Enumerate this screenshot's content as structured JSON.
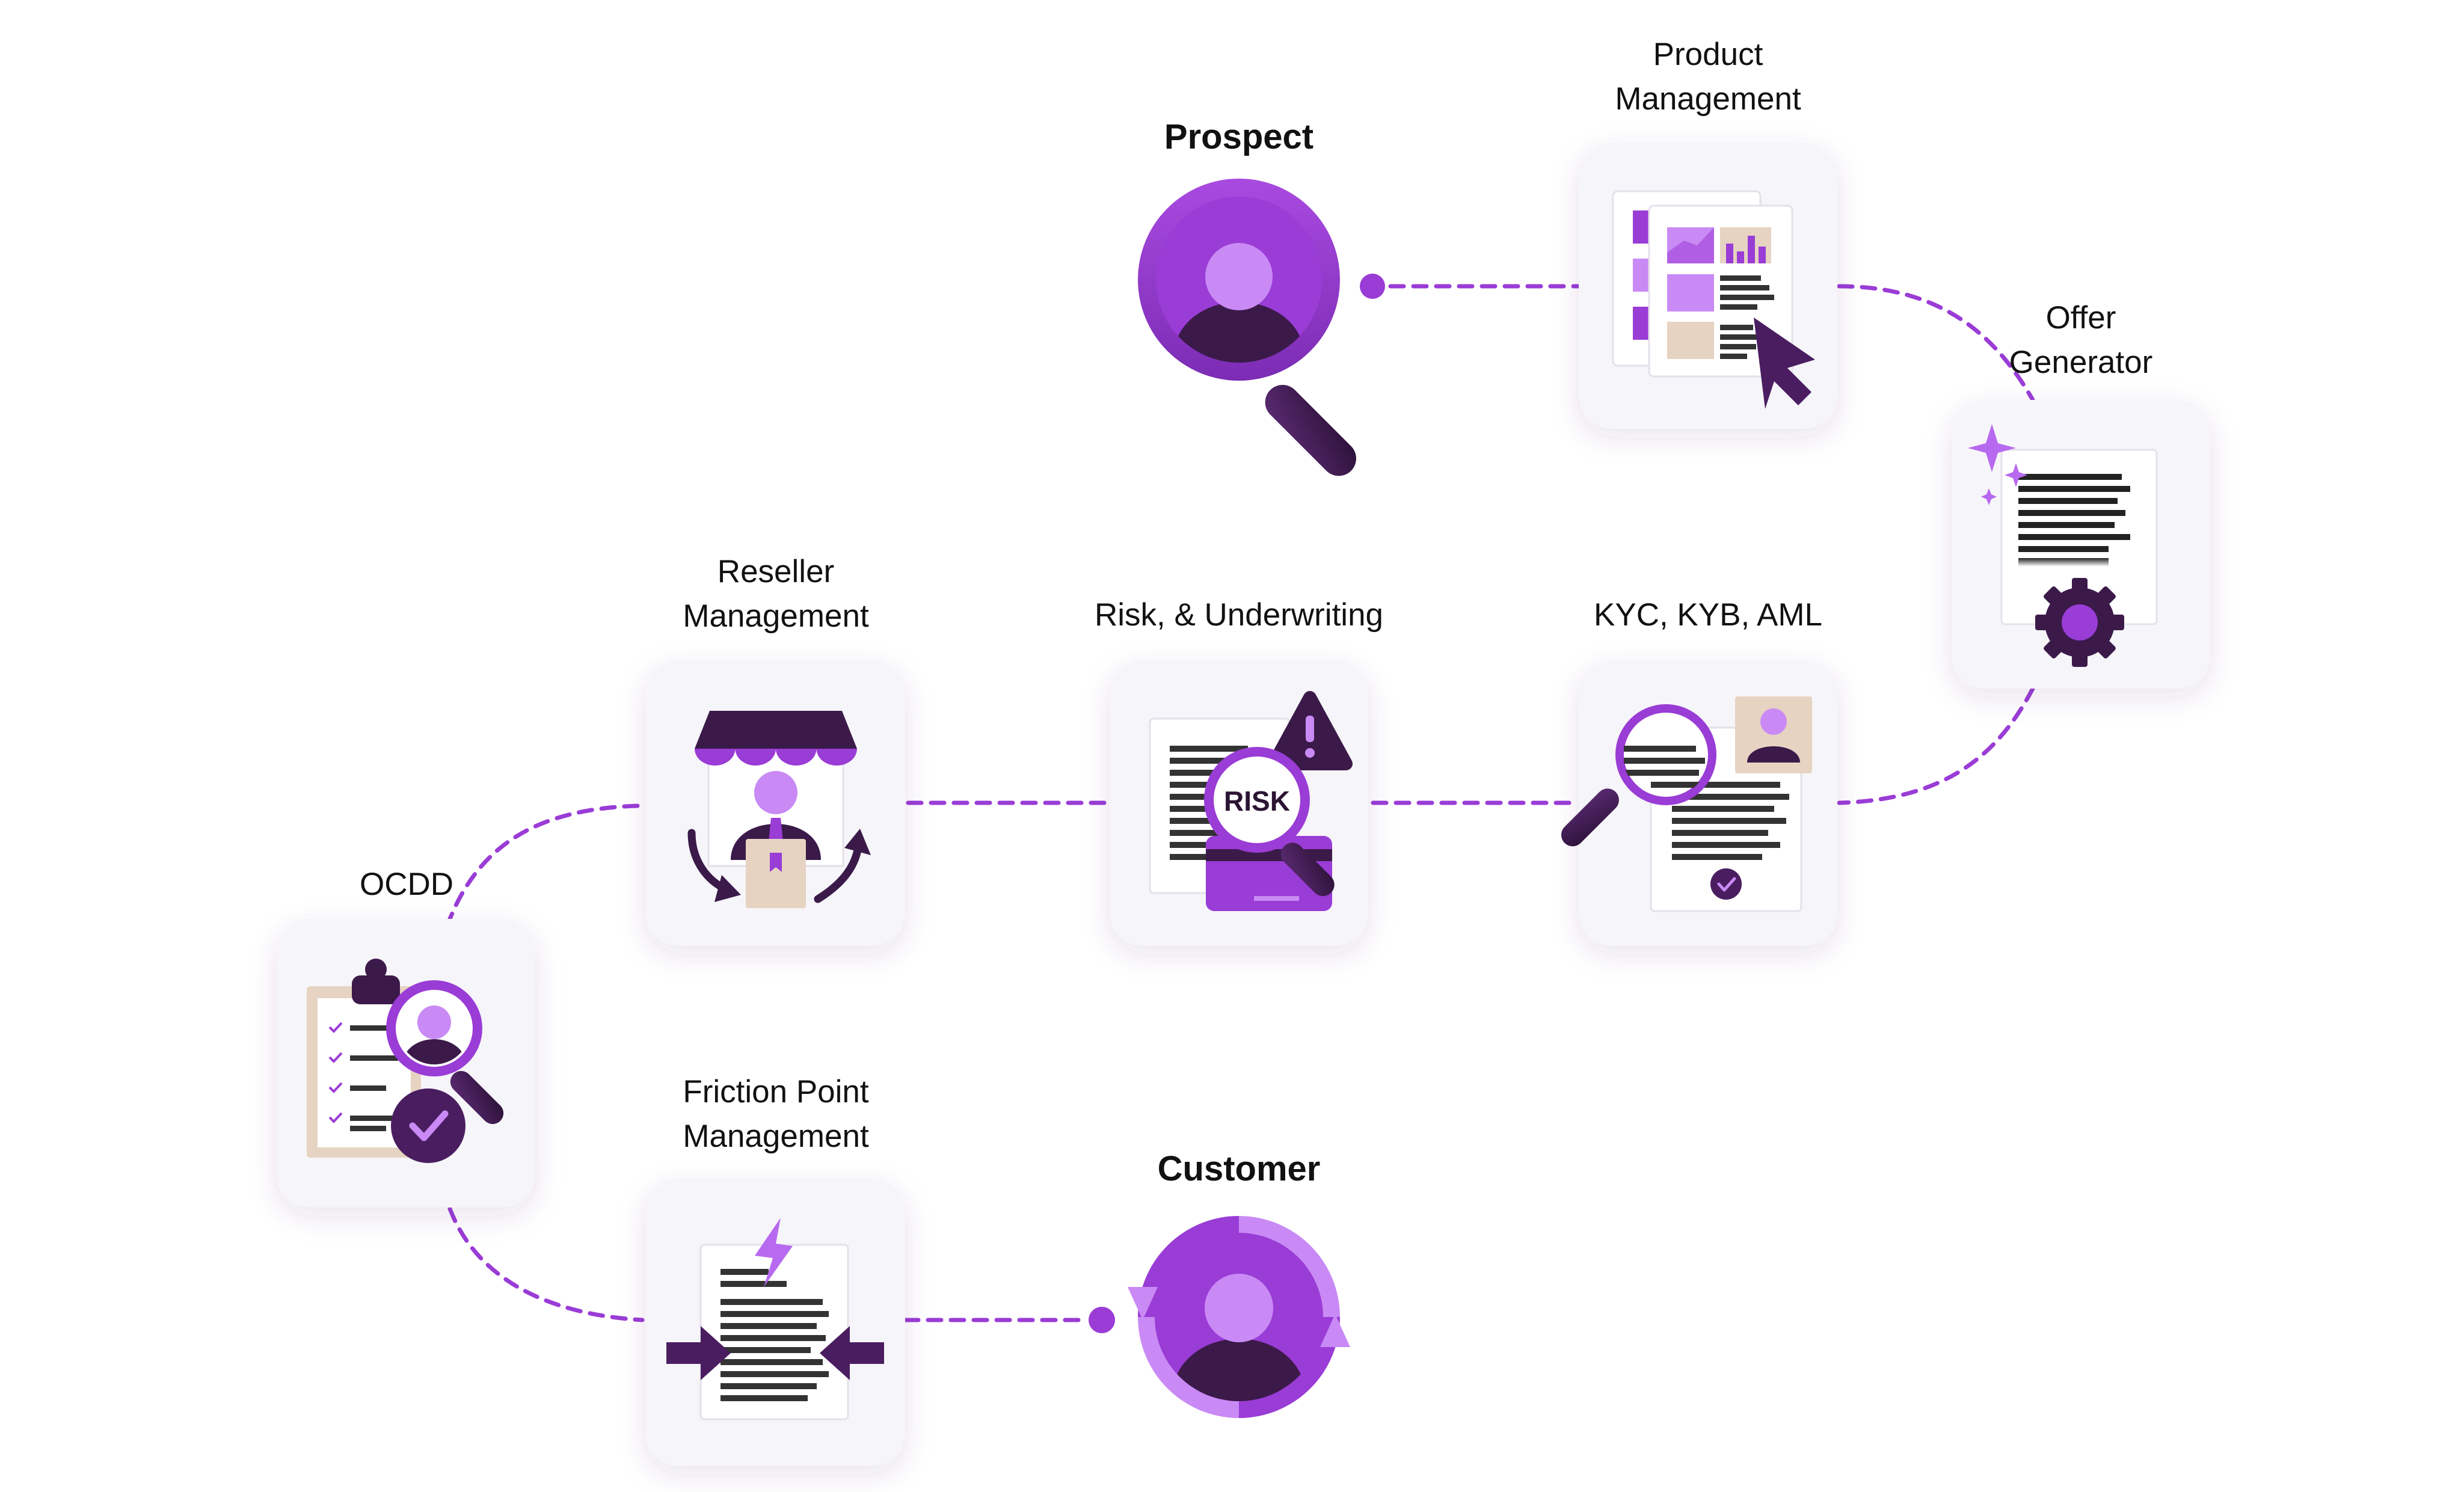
{
  "colors": {
    "accent": "#9a3cd6",
    "deep": "#3b1a4a",
    "light": "#c98af5",
    "beige": "#e6d3c2",
    "card": "#f6f5f9"
  },
  "labels": {
    "prospect": "Prospect",
    "product": [
      "Product",
      "Management"
    ],
    "offer": [
      "Offer",
      "Generator"
    ],
    "kyc": "KYC, KYB, AML",
    "risk": "Risk, & Underwriting",
    "reseller": [
      "Reseller",
      "Management"
    ],
    "ocdd": "OCDD",
    "friction": [
      "Friction Point",
      "Management"
    ],
    "customer": "Customer"
  },
  "icons": {
    "prospect": "magnifier-user-icon",
    "product": "dashboard-cursor-icon",
    "offer": "document-sparkle-gear-icon",
    "kyc": "document-search-id-icon",
    "risk": "risk-document-card-icon",
    "reseller": "store-user-exchange-icon",
    "ocdd": "checklist-search-check-icon",
    "friction": "document-arrows-lightning-icon",
    "customer": "user-refresh-icon"
  },
  "risk_badge": "RISK"
}
